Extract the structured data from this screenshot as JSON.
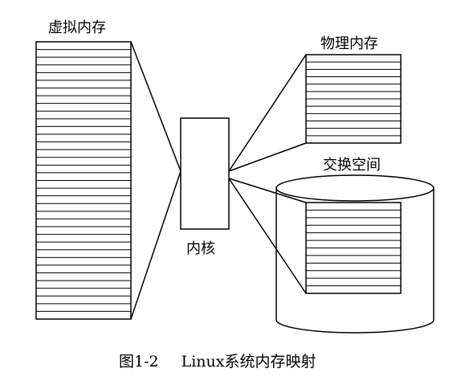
{
  "labels": {
    "virtual_memory": "虚拟内存",
    "physical_memory": "物理内存",
    "kernel": "内核",
    "swap_space": "交换空间"
  },
  "caption": {
    "figure_no": "图1-2",
    "text": "Linux系统内存映射"
  }
}
